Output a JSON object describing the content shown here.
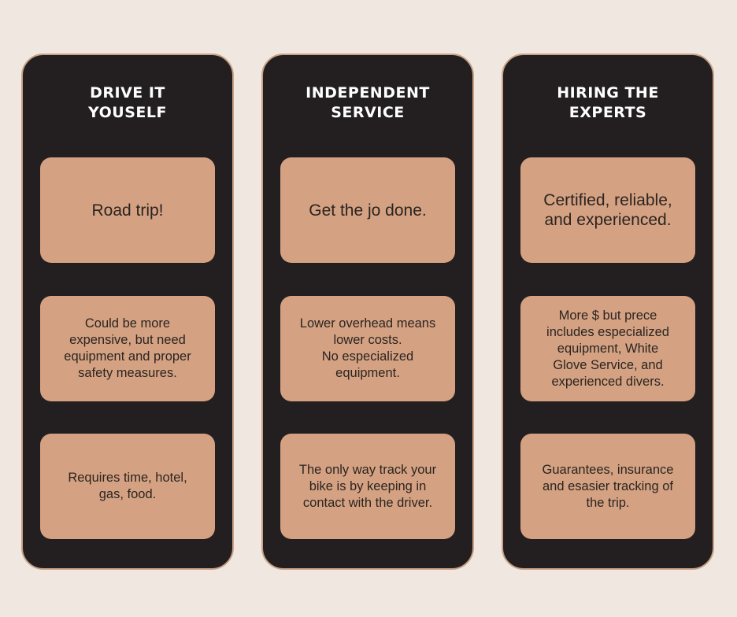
{
  "columns": [
    {
      "title": "DRIVE IT\nYOUSELF",
      "cards": [
        "Road trip!",
        "Could be more\nexpensive, but need\nequipment and proper\nsafety measures.",
        "Requires time, hotel,\ngas, food."
      ]
    },
    {
      "title": "INDEPENDENT\nSERVICE",
      "cards": [
        "Get the jo done.",
        "Lower overhead means\nlower costs.\nNo especialized\nequipment.",
        "The only way track your\nbike is by keeping in\ncontact with the driver."
      ]
    },
    {
      "title": "HIRING THE\nEXPERTS",
      "cards": [
        "Certified, reliable,\nand experienced.",
        "More $ but prece\nincludes especialized\nequipment, White\nGlove Service, and\nexperienced divers.",
        "Guarantees, insurance\nand esasier tracking of\nthe trip."
      ]
    }
  ],
  "colors": {
    "background": "#f0e8e0",
    "column": "#231f20",
    "card": "#d4a282",
    "title": "#ffffff",
    "card_text": "#2b2421"
  }
}
